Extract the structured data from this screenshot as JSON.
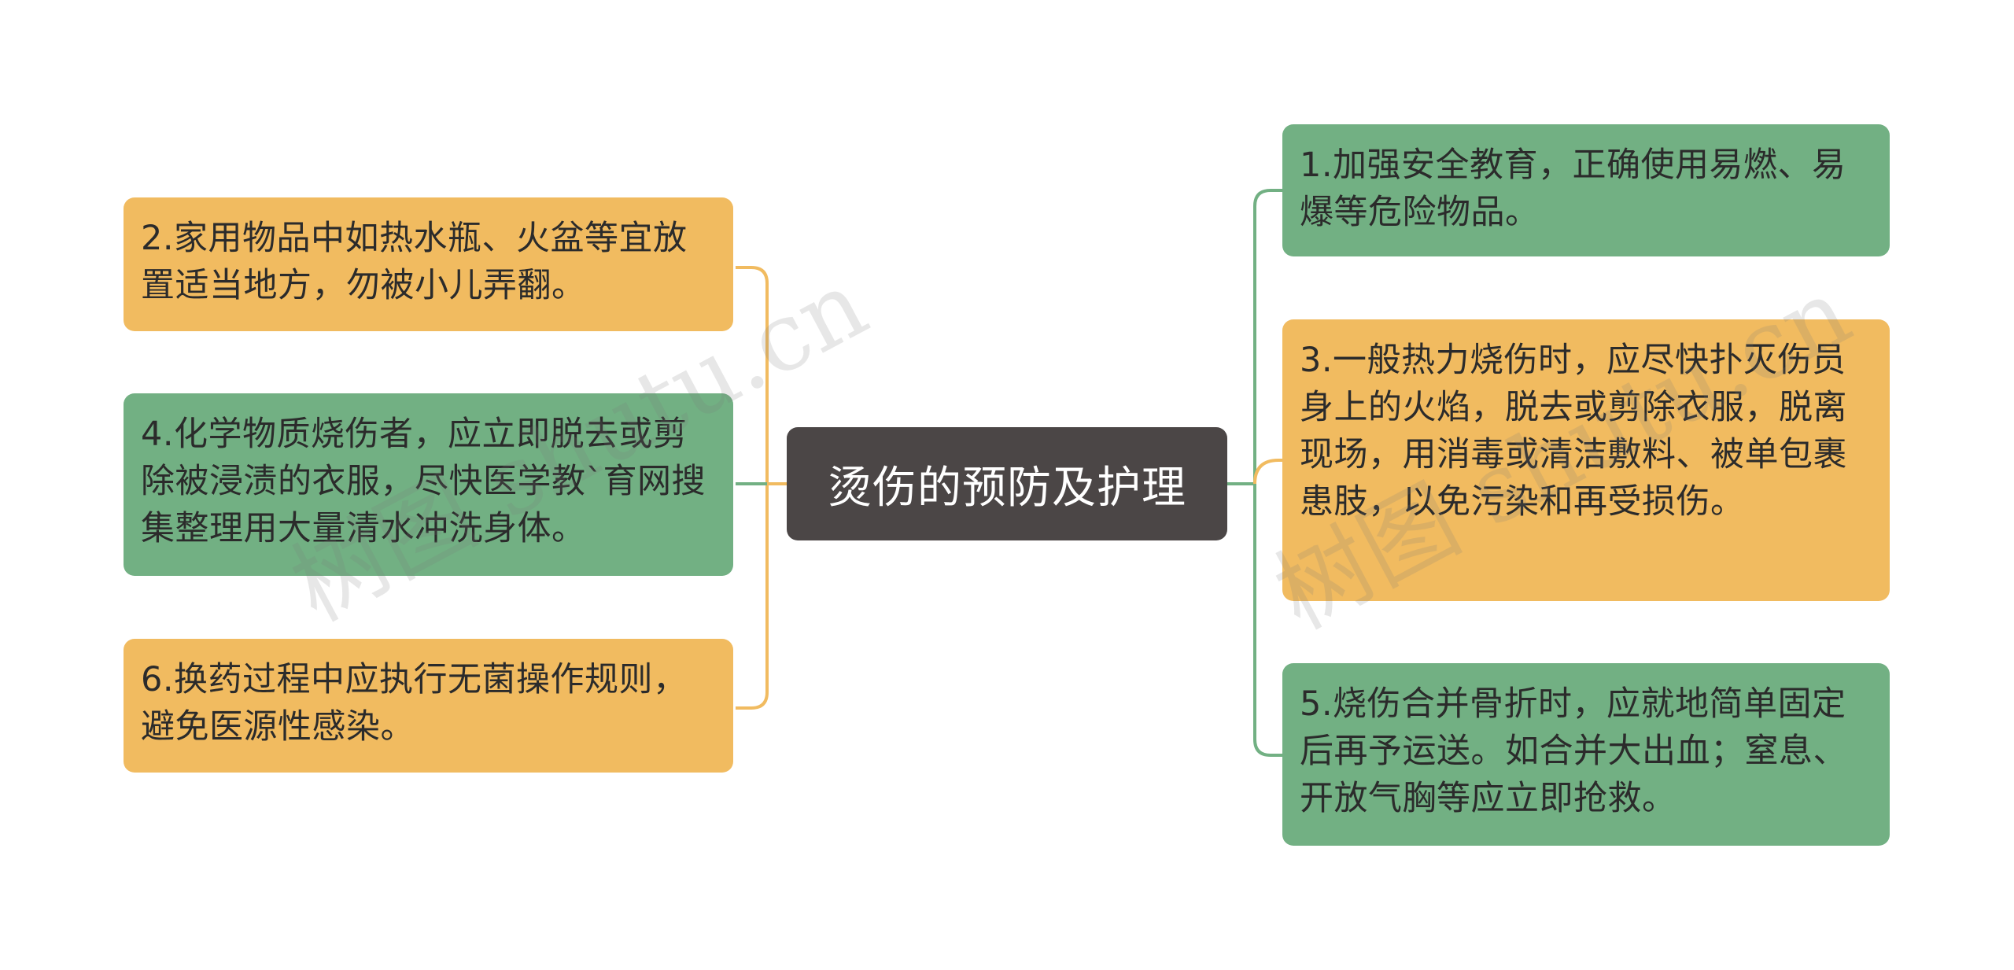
{
  "center": {
    "title": "烫伤的预防及护理"
  },
  "nodes": {
    "n1": {
      "text": "1.加强安全教育，正确使用易燃、易爆等危险物品。",
      "color": "#72b083"
    },
    "n2": {
      "text": "2.家用物品中如热水瓶、火盆等宜放置适当地方，勿被小儿弄翻。",
      "color": "#f1bb60"
    },
    "n3": {
      "text": "3.一般热力烧伤时，应尽快扑灭伤员身上的火焰，脱去或剪除衣服，脱离现场，用消毒或清洁敷料、被单包裹患肢，以免污染和再受损伤。",
      "color": "#f1bb60"
    },
    "n4": {
      "text": "4.化学物质烧伤者，应立即脱去或剪除被浸渍的衣服，尽快医学教`育网搜集整理用大量清水冲洗身体。",
      "color": "#72b083"
    },
    "n5": {
      "text": "5.烧伤合并骨折时，应就地简单固定后再予运送。如合并大出血；窒息、开放气胸等应立即抢救。",
      "color": "#72b083"
    },
    "n6": {
      "text": "6.换药过程中应执行无菌操作规则，避免医源性感染。",
      "color": "#f1bb60"
    }
  },
  "watermark": "树图 shutu.cn",
  "colors": {
    "green_link": "#72b083",
    "orange_link": "#f1bb60",
    "center_bg": "#4b4646"
  }
}
